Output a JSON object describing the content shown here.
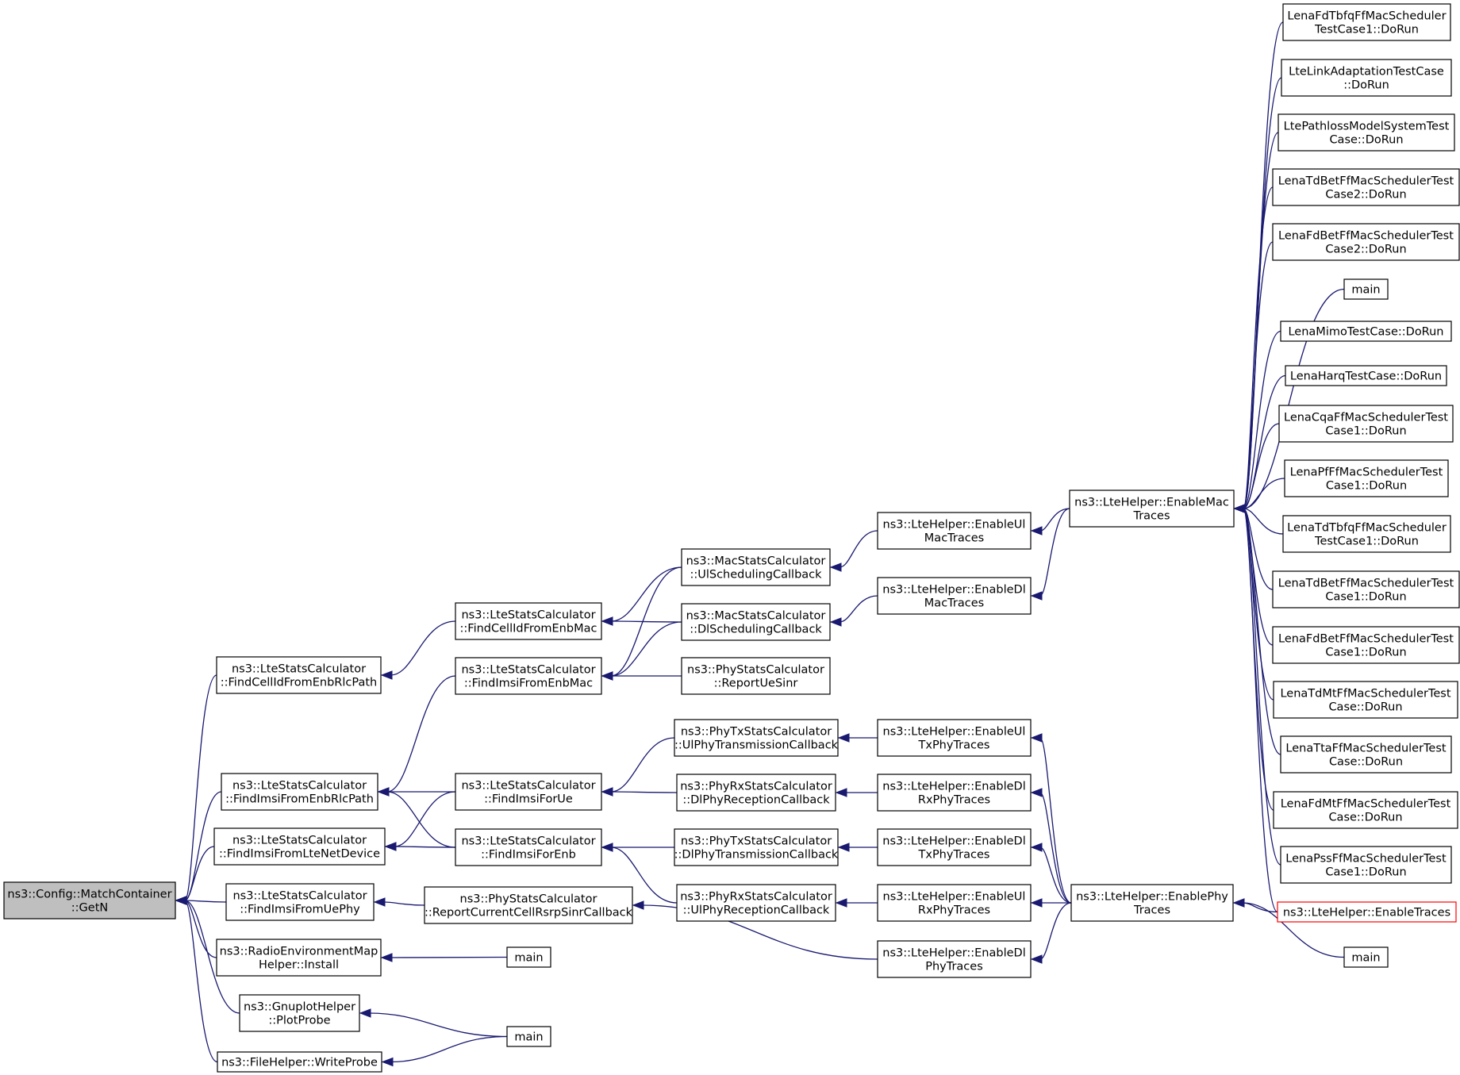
{
  "graph": {
    "nodes": [
      {
        "id": "getn",
        "lines": [
          "ns3::Config::MatchContainer",
          "::GetN"
        ],
        "root": true
      },
      {
        "id": "findcellrlc",
        "lines": [
          "ns3::LteStatsCalculator",
          "::FindCellIdFromEnbRlcPath"
        ]
      },
      {
        "id": "findimsirlc",
        "lines": [
          "ns3::LteStatsCalculator",
          "::FindImsiFromEnbRlcPath"
        ]
      },
      {
        "id": "findimsinet",
        "lines": [
          "ns3::LteStatsCalculator",
          "::FindImsiFromLteNetDevice"
        ]
      },
      {
        "id": "findimsiuephy",
        "lines": [
          "ns3::LteStatsCalculator",
          "::FindImsiFromUePhy"
        ]
      },
      {
        "id": "remhelper",
        "lines": [
          "ns3::RadioEnvironmentMap",
          "Helper::Install"
        ]
      },
      {
        "id": "gnuplot",
        "lines": [
          "ns3::GnuplotHelper",
          "::PlotProbe"
        ]
      },
      {
        "id": "filehelper",
        "lines": [
          "ns3::FileHelper::WriteProbe"
        ]
      },
      {
        "id": "findcellmac",
        "lines": [
          "ns3::LteStatsCalculator",
          "::FindCellIdFromEnbMac"
        ]
      },
      {
        "id": "findimsienbmac",
        "lines": [
          "ns3::LteStatsCalculator",
          "::FindImsiFromEnbMac"
        ]
      },
      {
        "id": "findimsiue",
        "lines": [
          "ns3::LteStatsCalculator",
          "::FindImsiForUe"
        ]
      },
      {
        "id": "findimsienb",
        "lines": [
          "ns3::LteStatsCalculator",
          "::FindImsiForEnb"
        ]
      },
      {
        "id": "reportrsrp",
        "lines": [
          "ns3::PhyStatsCalculator",
          "::ReportCurrentCellRsrpSinrCallback"
        ]
      },
      {
        "id": "main_rem",
        "lines": [
          "main"
        ]
      },
      {
        "id": "main_plot",
        "lines": [
          "main"
        ]
      },
      {
        "id": "ulsched",
        "lines": [
          "ns3::MacStatsCalculator",
          "::UlSchedulingCallback"
        ]
      },
      {
        "id": "dlsched",
        "lines": [
          "ns3::MacStatsCalculator",
          "::DlSchedulingCallback"
        ]
      },
      {
        "id": "reportuesinr",
        "lines": [
          "ns3::PhyStatsCalculator",
          "::ReportUeSinr"
        ]
      },
      {
        "id": "ulphytx",
        "lines": [
          "ns3::PhyTxStatsCalculator",
          "::UlPhyTransmissionCallback"
        ]
      },
      {
        "id": "dlphyrx",
        "lines": [
          "ns3::PhyRxStatsCalculator",
          "::DlPhyReceptionCallback"
        ]
      },
      {
        "id": "dlphytx",
        "lines": [
          "ns3::PhyTxStatsCalculator",
          "::DlPhyTransmissionCallback"
        ]
      },
      {
        "id": "ulphyrx",
        "lines": [
          "ns3::PhyRxStatsCalculator",
          "::UlPhyReceptionCallback"
        ]
      },
      {
        "id": "enableulmac",
        "lines": [
          "ns3::LteHelper::EnableUl",
          "MacTraces"
        ]
      },
      {
        "id": "enabledlmac",
        "lines": [
          "ns3::LteHelper::EnableDl",
          "MacTraces"
        ]
      },
      {
        "id": "enableultxphy",
        "lines": [
          "ns3::LteHelper::EnableUl",
          "TxPhyTraces"
        ]
      },
      {
        "id": "enabledlrxphy",
        "lines": [
          "ns3::LteHelper::EnableDl",
          "RxPhyTraces"
        ]
      },
      {
        "id": "enabledltxphy",
        "lines": [
          "ns3::LteHelper::EnableDl",
          "TxPhyTraces"
        ]
      },
      {
        "id": "enableulrxphy",
        "lines": [
          "ns3::LteHelper::EnableUl",
          "RxPhyTraces"
        ]
      },
      {
        "id": "enabledlphy",
        "lines": [
          "ns3::LteHelper::EnableDl",
          "PhyTraces"
        ]
      },
      {
        "id": "enablemac",
        "lines": [
          "ns3::LteHelper::EnableMac",
          "Traces"
        ]
      },
      {
        "id": "enablephy",
        "lines": [
          "ns3::LteHelper::EnablePhy",
          "Traces"
        ]
      },
      {
        "id": "main_phy",
        "lines": [
          "main"
        ]
      },
      {
        "id": "enabletraces",
        "lines": [
          "ns3::LteHelper::EnableTraces"
        ],
        "truncated": true
      },
      {
        "id": "c_fdtbfq1",
        "lines": [
          "LenaFdTbfqFfMacScheduler",
          "TestCase1::DoRun"
        ]
      },
      {
        "id": "c_linkadapt",
        "lines": [
          "LteLinkAdaptationTestCase",
          "::DoRun"
        ]
      },
      {
        "id": "c_pathloss",
        "lines": [
          "LtePathlossModelSystemTest",
          "Case::DoRun"
        ]
      },
      {
        "id": "c_tdbet2",
        "lines": [
          "LenaTdBetFfMacSchedulerTest",
          "Case2::DoRun"
        ]
      },
      {
        "id": "c_fdbet2",
        "lines": [
          "LenaFdBetFfMacSchedulerTest",
          "Case2::DoRun"
        ]
      },
      {
        "id": "c_main",
        "lines": [
          "main"
        ]
      },
      {
        "id": "c_mimo",
        "lines": [
          "LenaMimoTestCase::DoRun"
        ]
      },
      {
        "id": "c_harq",
        "lines": [
          "LenaHarqTestCase::DoRun"
        ]
      },
      {
        "id": "c_cqa1",
        "lines": [
          "LenaCqaFfMacSchedulerTest",
          "Case1::DoRun"
        ]
      },
      {
        "id": "c_pf1",
        "lines": [
          "LenaPfFfMacSchedulerTest",
          "Case1::DoRun"
        ]
      },
      {
        "id": "c_tdtbfq1",
        "lines": [
          "LenaTdTbfqFfMacScheduler",
          "TestCase1::DoRun"
        ]
      },
      {
        "id": "c_tdbet1",
        "lines": [
          "LenaTdBetFfMacSchedulerTest",
          "Case1::DoRun"
        ]
      },
      {
        "id": "c_fdbet1",
        "lines": [
          "LenaFdBetFfMacSchedulerTest",
          "Case1::DoRun"
        ]
      },
      {
        "id": "c_tdmt",
        "lines": [
          "LenaTdMtFfMacSchedulerTest",
          "Case::DoRun"
        ]
      },
      {
        "id": "c_tta",
        "lines": [
          "LenaTtaFfMacSchedulerTest",
          "Case::DoRun"
        ]
      },
      {
        "id": "c_fdmt",
        "lines": [
          "LenaFdMtFfMacSchedulerTest",
          "Case::DoRun"
        ]
      },
      {
        "id": "c_pss1",
        "lines": [
          "LenaPssFfMacSchedulerTest",
          "Case1::DoRun"
        ]
      }
    ],
    "edges": [
      [
        "getn",
        "findcellrlc"
      ],
      [
        "getn",
        "findimsirlc"
      ],
      [
        "getn",
        "findimsinet"
      ],
      [
        "getn",
        "findimsiuephy"
      ],
      [
        "getn",
        "remhelper"
      ],
      [
        "getn",
        "gnuplot"
      ],
      [
        "getn",
        "filehelper"
      ],
      [
        "findcellrlc",
        "findcellmac"
      ],
      [
        "findimsirlc",
        "findimsienbmac"
      ],
      [
        "findimsirlc",
        "findimsiue"
      ],
      [
        "findimsirlc",
        "findimsienb"
      ],
      [
        "findimsinet",
        "findimsiue"
      ],
      [
        "findimsinet",
        "findimsienb"
      ],
      [
        "findimsiuephy",
        "reportrsrp"
      ],
      [
        "remhelper",
        "main_rem"
      ],
      [
        "gnuplot",
        "main_plot"
      ],
      [
        "filehelper",
        "main_plot"
      ],
      [
        "findcellmac",
        "ulsched"
      ],
      [
        "findcellmac",
        "dlsched"
      ],
      [
        "findimsienbmac",
        "ulsched"
      ],
      [
        "findimsienbmac",
        "dlsched"
      ],
      [
        "findimsienbmac",
        "reportuesinr"
      ],
      [
        "findimsiue",
        "ulphytx"
      ],
      [
        "findimsiue",
        "dlphyrx"
      ],
      [
        "findimsienb",
        "dlphytx"
      ],
      [
        "findimsienb",
        "ulphyrx"
      ],
      [
        "reportrsrp",
        "enabledlphy"
      ],
      [
        "ulsched",
        "enableulmac"
      ],
      [
        "dlsched",
        "enabledlmac"
      ],
      [
        "ulphytx",
        "enableultxphy"
      ],
      [
        "dlphyrx",
        "enabledlrxphy"
      ],
      [
        "dlphytx",
        "enabledltxphy"
      ],
      [
        "ulphyrx",
        "enableulrxphy"
      ],
      [
        "enableulmac",
        "enablemac"
      ],
      [
        "enabledlmac",
        "enablemac"
      ],
      [
        "enableultxphy",
        "enablephy"
      ],
      [
        "enabledlrxphy",
        "enablephy"
      ],
      [
        "enabledltxphy",
        "enablephy"
      ],
      [
        "enableulrxphy",
        "enablephy"
      ],
      [
        "enabledlphy",
        "enablephy"
      ],
      [
        "enablephy",
        "enabletraces"
      ],
      [
        "enablephy",
        "main_phy"
      ],
      [
        "enablemac",
        "c_fdtbfq1"
      ],
      [
        "enablemac",
        "c_linkadapt"
      ],
      [
        "enablemac",
        "c_pathloss"
      ],
      [
        "enablemac",
        "c_tdbet2"
      ],
      [
        "enablemac",
        "c_fdbet2"
      ],
      [
        "enablemac",
        "c_main"
      ],
      [
        "enablemac",
        "c_mimo"
      ],
      [
        "enablemac",
        "c_harq"
      ],
      [
        "enablemac",
        "c_cqa1"
      ],
      [
        "enablemac",
        "c_pf1"
      ],
      [
        "enablemac",
        "c_tdtbfq1"
      ],
      [
        "enablemac",
        "c_tdbet1"
      ],
      [
        "enablemac",
        "c_fdbet1"
      ],
      [
        "enablemac",
        "c_tdmt"
      ],
      [
        "enablemac",
        "c_tta"
      ],
      [
        "enablemac",
        "c_fdmt"
      ],
      [
        "enablemac",
        "c_pss1"
      ],
      [
        "enablemac",
        "enabletraces"
      ]
    ]
  }
}
